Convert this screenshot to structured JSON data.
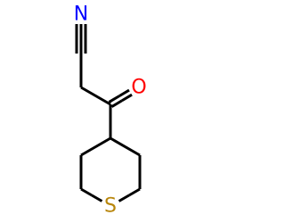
{
  "molecule": {
    "atoms": [
      {
        "id": "N1",
        "element": "N",
        "label": "N",
        "color": "#0000ff"
      },
      {
        "id": "C1",
        "element": "C",
        "label": "",
        "color": "#000000"
      },
      {
        "id": "C2",
        "element": "C",
        "label": "",
        "color": "#000000"
      },
      {
        "id": "C3",
        "element": "C",
        "label": "",
        "color": "#000000"
      },
      {
        "id": "O1",
        "element": "O",
        "label": "O",
        "color": "#ff0000"
      },
      {
        "id": "C4",
        "element": "C",
        "label": "",
        "color": "#000000"
      },
      {
        "id": "C5",
        "element": "C",
        "label": "",
        "color": "#000000"
      },
      {
        "id": "C6",
        "element": "C",
        "label": "",
        "color": "#000000"
      },
      {
        "id": "C7",
        "element": "C",
        "label": "",
        "color": "#000000"
      },
      {
        "id": "C8",
        "element": "C",
        "label": "",
        "color": "#000000"
      },
      {
        "id": "S1",
        "element": "S",
        "label": "S",
        "color": "#b8860b"
      }
    ],
    "bonds": [
      {
        "from": "N1",
        "to": "C1",
        "order": 3
      },
      {
        "from": "C1",
        "to": "C2",
        "order": 1
      },
      {
        "from": "C2",
        "to": "C3",
        "order": 1
      },
      {
        "from": "C3",
        "to": "O1",
        "order": 2
      },
      {
        "from": "C3",
        "to": "C4",
        "order": 1
      },
      {
        "from": "C4",
        "to": "C5",
        "order": 1
      },
      {
        "from": "C5",
        "to": "C6",
        "order": 1
      },
      {
        "from": "C6",
        "to": "S1",
        "order": 1
      },
      {
        "from": "S1",
        "to": "C7",
        "order": 1
      },
      {
        "from": "C7",
        "to": "C8",
        "order": 1
      },
      {
        "from": "C8",
        "to": "C4",
        "order": 1
      }
    ]
  }
}
